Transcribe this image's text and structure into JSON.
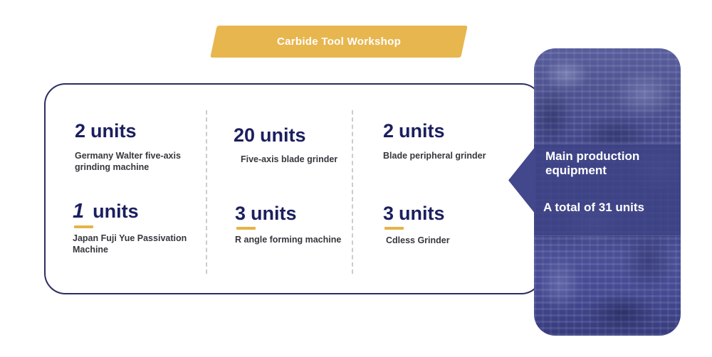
{
  "banner": {
    "label": "Carbide Tool Workshop"
  },
  "stats": [
    {
      "count": "2",
      "unit": "units",
      "label": "Germany Walter five-axis grinding machine"
    },
    {
      "count": "20",
      "unit": "units",
      "label": "Five-axis blade grinder"
    },
    {
      "count": "2",
      "unit": "units",
      "label": "Blade peripheral grinder"
    },
    {
      "count": "1",
      "unit": "units",
      "label": "Japan Fuji Yue Passivation Machine"
    },
    {
      "count": "3",
      "unit": "units",
      "label": "R angle forming machine"
    },
    {
      "count": "3",
      "unit": "units",
      "label": "Cdless Grinder"
    }
  ],
  "panel": {
    "title": "Main production equipment",
    "subtitle": "A total of 31 units"
  },
  "colors": {
    "accent_gold": "#E8B64F",
    "underline_gold": "#E5B445",
    "navy_text": "#1B1F5E",
    "border_navy": "#2B2E62",
    "label_dark": "#36363E",
    "divider_gray": "#CCCCCC",
    "panel_indigo": "#3F4487",
    "white": "#FFFFFF"
  }
}
